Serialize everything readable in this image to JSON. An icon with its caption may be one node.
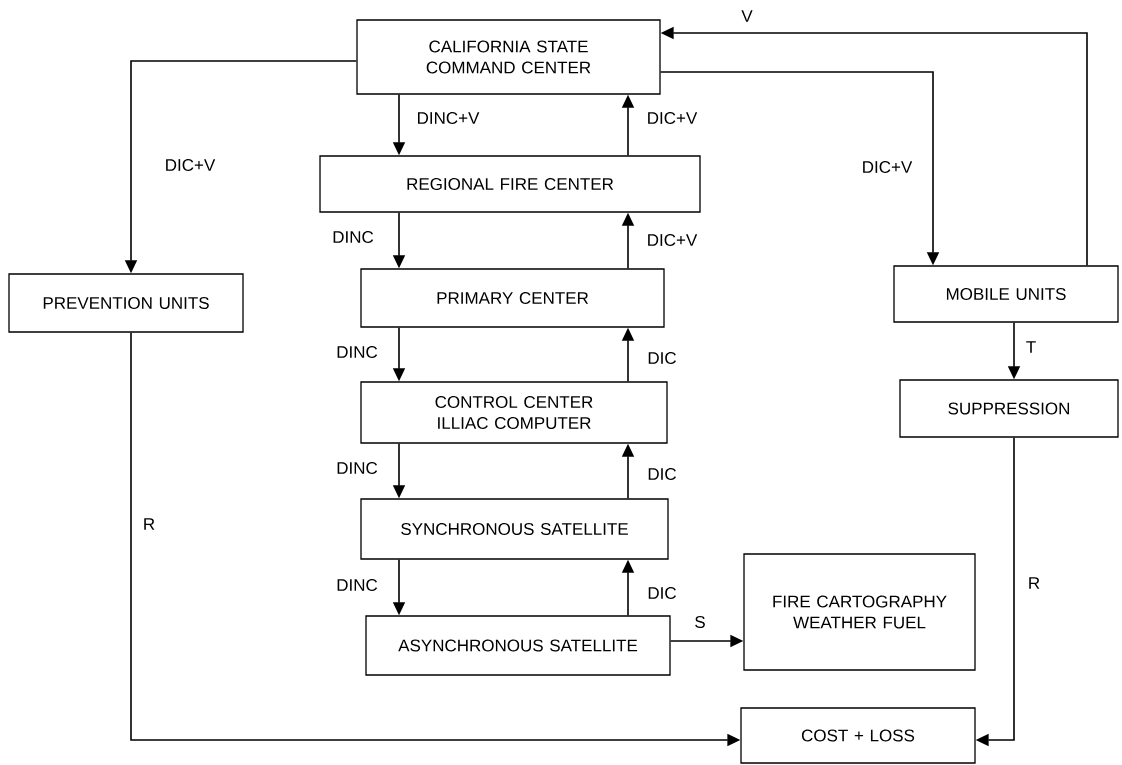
{
  "diagram": {
    "nodes": [
      {
        "text": [
          "CALIFORNIA STATE COMMAND CENTER"
        ]
      },
      {
        "text": [
          "REGIONAL FIRE CENTER"
        ]
      },
      {
        "text": [
          "PREVENTION UNITS"
        ]
      },
      {
        "text": [
          "PRIMARY CENTER"
        ]
      },
      {
        "text": [
          "MOBILE UNITS"
        ]
      },
      {
        "text": [
          "CONTROL CENTER ILLIAC COMPUTER"
        ]
      },
      {
        "text": [
          "SUPPRESSION"
        ]
      },
      {
        "text": [
          "SYNCHRONOUS SATELLITE"
        ]
      },
      {
        "text": [
          "ASYNCHRONOUS SATELLITE"
        ]
      },
      {
        "text": [
          "FIRE CARTOGRAPHY WEATHER FUEL"
        ]
      },
      {
        "text": [
          "COST + LOSS"
        ]
      }
    ],
    "edges": [
      {
        "from": 0,
        "to": 1,
        "arrow": "to",
        "label": "DINC+V"
      },
      {
        "from": 1,
        "to": 0,
        "arrow": "to",
        "label": "DIC+V"
      },
      {
        "from": 0,
        "to": 2,
        "arrow": "to",
        "label": "DIC+V"
      },
      {
        "from": 0,
        "to": 4,
        "arrow": "to",
        "label": "DIC+V"
      },
      {
        "from": 4,
        "to": 0,
        "arrow": "to",
        "label": "V"
      },
      {
        "from": 1,
        "to": 3,
        "arrow": "to",
        "label": "DINC"
      },
      {
        "from": 3,
        "to": 1,
        "arrow": "to",
        "label": "DIC+V"
      },
      {
        "from": 3,
        "to": 5,
        "arrow": "to",
        "label": "DINC"
      },
      {
        "from": 5,
        "to": 3,
        "arrow": "to",
        "label": "DIC"
      },
      {
        "from": 5,
        "to": 7,
        "arrow": "to",
        "label": "DINC"
      },
      {
        "from": 7,
        "to": 5,
        "arrow": "to",
        "label": "DIC"
      },
      {
        "from": 7,
        "to": 8,
        "arrow": "to",
        "label": "DINC"
      },
      {
        "from": 8,
        "to": 7,
        "arrow": "to",
        "label": "DIC"
      },
      {
        "from": 4,
        "to": 6,
        "arrow": "to",
        "label": "T"
      },
      {
        "from": 8,
        "to": 9,
        "arrow": "to",
        "label": "S"
      },
      {
        "from": 2,
        "to": 10,
        "arrow": "to",
        "label": "R"
      },
      {
        "from": 6,
        "to": 10,
        "arrow": "to",
        "label": "R"
      }
    ]
  }
}
